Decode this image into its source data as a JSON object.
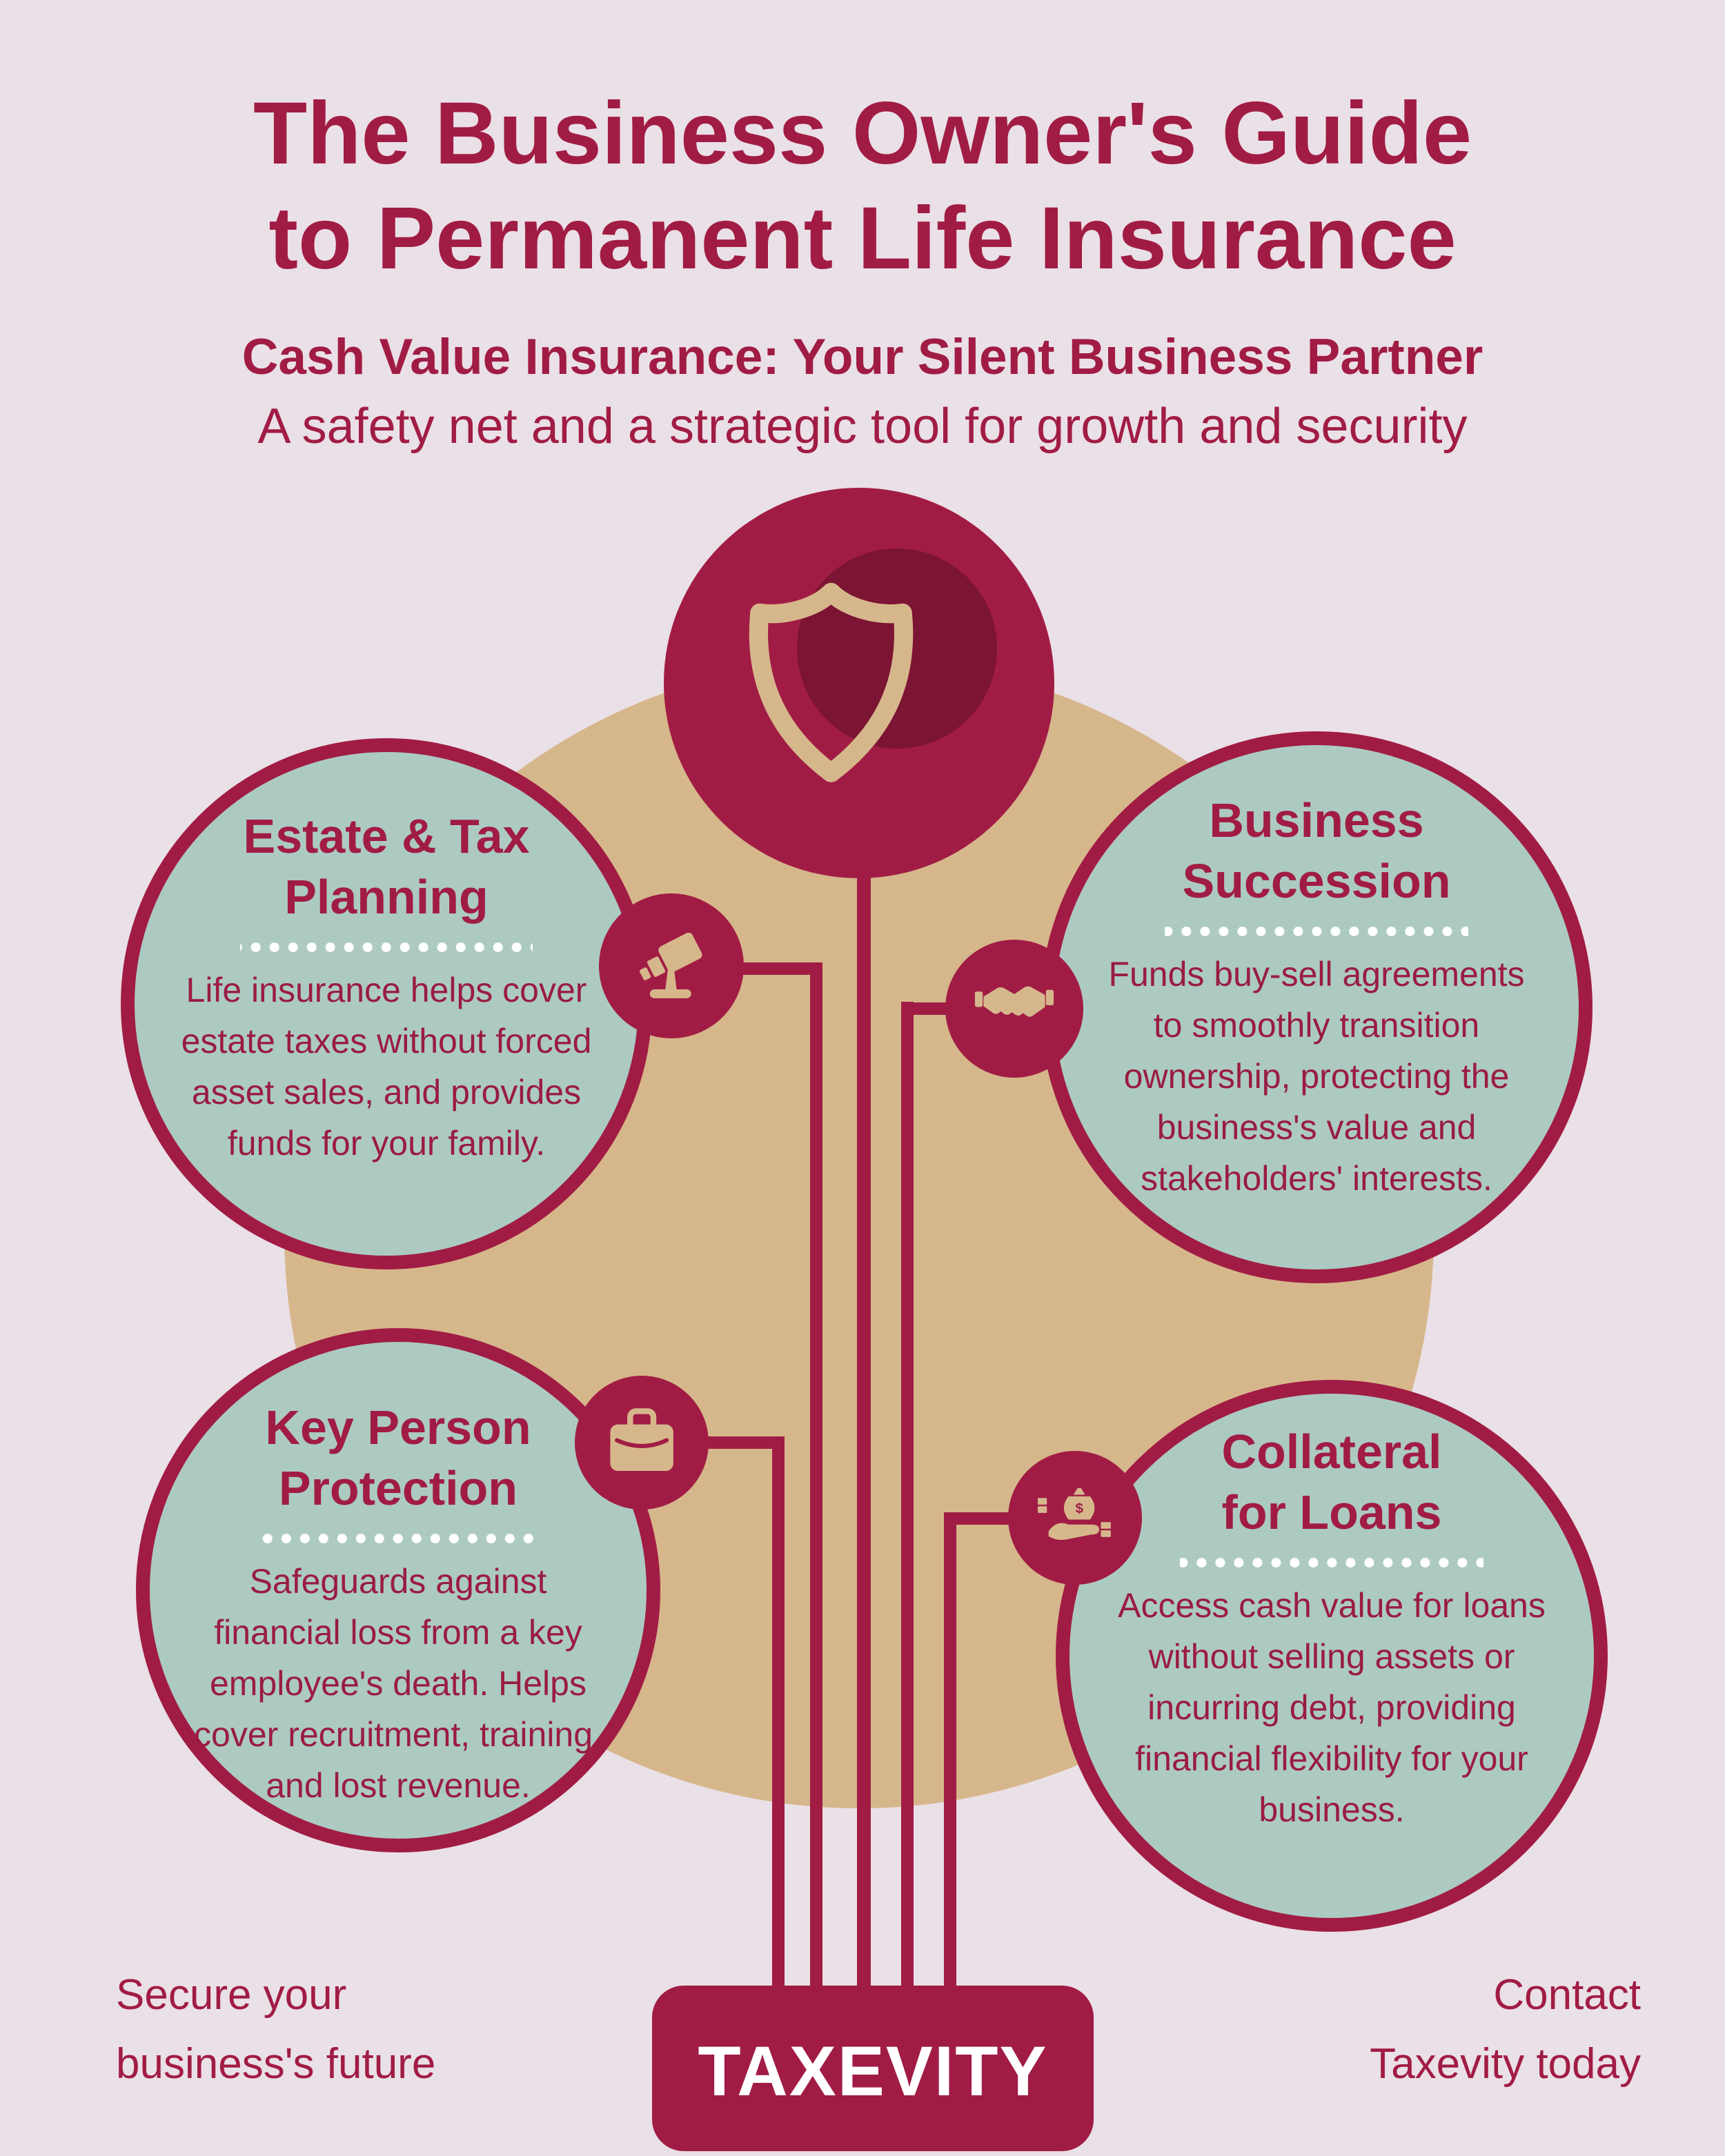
{
  "colors": {
    "maroon": "#A11C44",
    "maroon_dark": "#7C1433",
    "tan": "#D6B78C",
    "teal": "#ACCAC2",
    "background": "#EAE0E7",
    "white": "#FFFFFF"
  },
  "header": {
    "title_line1": "The Business Owner's Guide",
    "title_line2": "to Permanent Life Insurance",
    "subtitle_bold": "Cash Value Insurance: Your Silent Business Partner",
    "subtitle_light": "A safety net and a strategic tool for growth and security"
  },
  "center": {
    "icon": "shield-icon"
  },
  "sections": [
    {
      "id": "estate-tax-planning",
      "title_line1": "Estate & Tax",
      "title_line2": "Planning",
      "body": "Life insurance helps cover estate taxes without forced asset sales, and provides funds for your family.",
      "icon": "telescope-icon"
    },
    {
      "id": "business-succession",
      "title_line1": "Business",
      "title_line2": "Succession",
      "body": "Funds buy-sell agreements to smoothly transition ownership, protecting the business's value and stakeholders' interests.",
      "icon": "handshake-icon"
    },
    {
      "id": "key-person-protection",
      "title_line1": "Key Person",
      "title_line2": "Protection",
      "body": "Safeguards against financial loss from a key employee's death. Helps cover recruitment, training, and lost revenue.",
      "icon": "briefcase-icon"
    },
    {
      "id": "collateral-for-loans",
      "title_line1": "Collateral",
      "title_line2": "for Loans",
      "body": "Access cash value for loans without selling assets or incurring debt, providing financial flexibility for your business.",
      "icon": "money-hand-icon"
    }
  ],
  "footer": {
    "left_line1": "Secure your",
    "left_line2": "business's future",
    "right_line1": "Contact",
    "right_line2": "Taxevity today",
    "logo_text": "TAXEVITY"
  }
}
